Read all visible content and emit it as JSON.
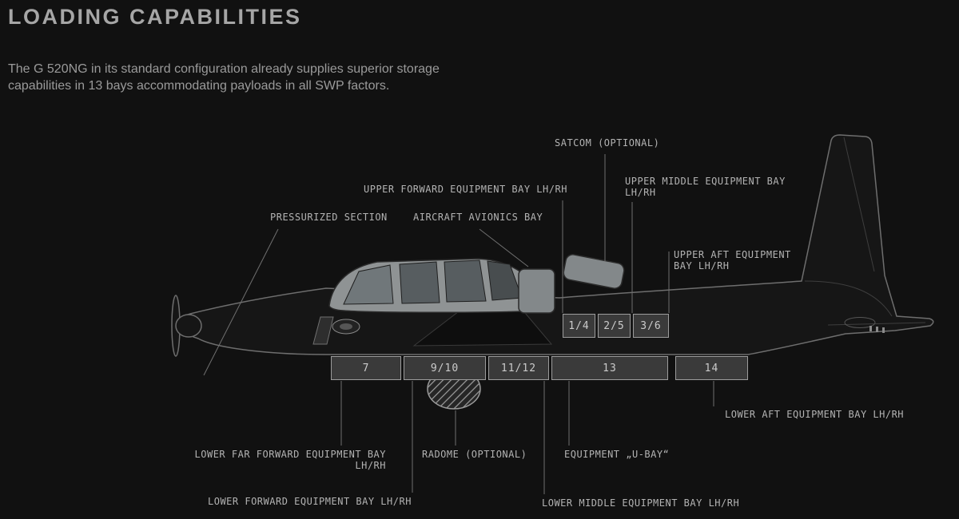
{
  "page": {
    "title": "LOADING CAPABILITIES",
    "description": "The G 520NG in its standard configuration already supplies superior storage capabilities in 13 bays accommodating payloads in all SWP factors."
  },
  "diagram": {
    "labels": {
      "satcom": "SATCOM (OPTIONAL)",
      "upper_forward": "UPPER FORWARD EQUIPMENT BAY LH/RH",
      "upper_middle_line1": "UPPER MIDDLE EQUIPMENT BAY",
      "upper_middle_line2": "LH/RH",
      "pressurized_section": "PRESSURIZED SECTION",
      "avionics_bay": "AIRCRAFT AVIONICS BAY",
      "upper_aft_line1": "UPPER AFT EQUIPMENT",
      "upper_aft_line2": "BAY LH/RH",
      "lower_aft": "LOWER AFT EQUIPMENT BAY LH/RH",
      "lower_far_forward_line1": "LOWER FAR FORWARD EQUIPMENT BAY",
      "lower_far_forward_line2": "LH/RH",
      "radome": "RADOME (OPTIONAL)",
      "u_bay": "EQUIPMENT „U-BAY“",
      "lower_forward": "LOWER FORWARD EQUIPMENT BAY LH/RH",
      "lower_middle": "LOWER MIDDLE EQUIPMENT BAY LH/RH"
    },
    "bays": {
      "upper": [
        "1/4",
        "2/5",
        "3/6"
      ],
      "lower": [
        "7",
        "9/10",
        "11/12",
        "13",
        "14"
      ]
    },
    "colors": {
      "background": "#111111",
      "heading": "#a6a6a6",
      "body_text": "#9a9a9a",
      "label_text": "#b3b3b3",
      "leader_line": "#6f6f6f",
      "bay_border": "#9c9c9c",
      "bay_fill": "#3a3a3a"
    }
  }
}
